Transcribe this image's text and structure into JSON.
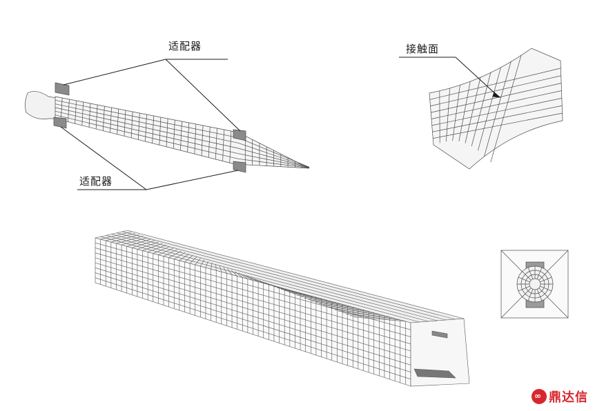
{
  "labels": {
    "adapter_top": "适配器",
    "adapter_bottom": "适配器",
    "contact_surface": "接触面"
  },
  "watermark": {
    "brand": "鼎达信",
    "brand_color": "#d8262d"
  },
  "colors": {
    "mesh_line": "#4a4a4a",
    "leader_line": "#1a1a1a",
    "background": "#ffffff"
  }
}
